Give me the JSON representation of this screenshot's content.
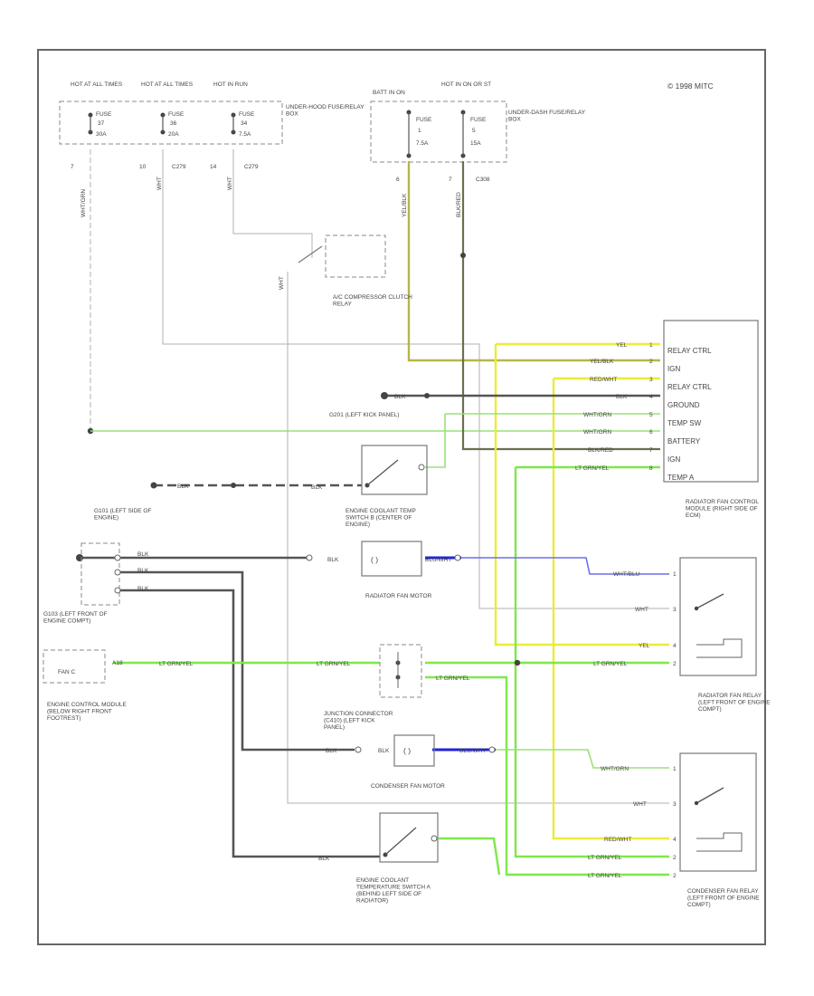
{
  "diagram": {
    "corner_text": "© 1998 MITC",
    "footer_id": "",
    "fuses": [
      {
        "hot": "HOT AT ALL TIMES",
        "name": "FUSE",
        "num": "37",
        "amp": "30A"
      },
      {
        "hot": "HOT AT ALL TIMES",
        "name": "FUSE",
        "num": "36",
        "amp": "20A"
      },
      {
        "hot": "HOT IN RUN",
        "name": "FUSE",
        "num": "34",
        "amp": "7.5A"
      },
      {
        "hot": "BATT IN ON",
        "name": "FUSE",
        "num": "1",
        "amp": "7.5A"
      },
      {
        "hot": "HOT IN ON OR ST",
        "name": "FUSE",
        "num": "5",
        "amp": "15A"
      }
    ],
    "fuse_box_left": "UNDER-HOOD FUSE/RELAY BOX",
    "fuse_box_right": "UNDER-DASH FUSE/RELAY BOX",
    "connectors": {
      "c279a": "C279",
      "c279b": "C279",
      "c308": "C308"
    },
    "pin_numbers": [
      "7",
      "10",
      "14",
      "6",
      "7"
    ],
    "wire_colors": {
      "wht_grn": "WHT/GRN",
      "wht": "WHT",
      "yel_blk": "YEL/BLK",
      "blk_red": "BLK/RED",
      "blk": "BLK",
      "yel": "YEL",
      "red_wht": "RED/WHT",
      "lt_grn_yel": "LT GRN/YEL",
      "wht_blu": "WHT/BLU",
      "blu_wht": "BLU/WHT"
    },
    "ac_relay": "A/C COMPRESSOR CLUTCH RELAY",
    "ground_g201": "G201 (LEFT KICK PANEL)",
    "ground_g101": "G101 (LEFT SIDE OF ENGINE)",
    "ground_g103": "G103 (LEFT FRONT OF ENGINE COMPT)",
    "ecm": "ENGINE CONTROL MODULE (BELOW RIGHT FRONT FOOTREST)",
    "ecm_pin": "FAN C",
    "ecm_pin_no": "A18",
    "ect_switch_b": "ENGINE COOLANT TEMP SWITCH B (CENTER OF ENGINE)",
    "rad_fan_motor": "RADIATOR FAN MOTOR",
    "junction": "JUNCTION CONNECTOR (C410) (LEFT KICK PANEL)",
    "cond_fan_motor": "CONDENSER FAN MOTOR",
    "ect_switch_a": "ENGINE COOLANT TEMPERATURE SWITCH A (BEHIND LEFT SIDE OF RADIATOR)",
    "control_module": {
      "name": "RADIATOR FAN CONTROL MODULE (RIGHT SIDE OF ECM)",
      "pins": [
        {
          "color": "YEL",
          "num": "1",
          "label": "RELAY CTRL"
        },
        {
          "color": "YEL/BLK",
          "num": "2",
          "label": "IGN"
        },
        {
          "color": "RED/WHT",
          "num": "3",
          "label": "RELAY CTRL"
        },
        {
          "color": "BLK",
          "num": "4",
          "label": "GROUND"
        },
        {
          "color": "WHT/GRN",
          "num": "5",
          "label": "TEMP SW"
        },
        {
          "color": "WHT/GRN",
          "num": "6",
          "label": "BATTERY"
        },
        {
          "color": "BLK/RED",
          "num": "7",
          "label": "IGN"
        },
        {
          "color": "LT GRN/YEL",
          "num": "8",
          "label": "TEMP A"
        }
      ]
    },
    "rad_relay": {
      "name": "RADIATOR FAN RELAY (LEFT FRONT OF ENGINE COMPT)",
      "pins": [
        {
          "color": "WHT/BLU",
          "num": "1"
        },
        {
          "color": "WHT",
          "num": "3"
        },
        {
          "color": "YEL",
          "num": "4"
        },
        {
          "color": "LT GRN/YEL",
          "num": "2"
        }
      ]
    },
    "cond_relay": {
      "name": "CONDENSER FAN RELAY (LEFT FRONT OF ENGINE COMPT)",
      "pins": [
        {
          "color": "WHT/GRN",
          "num": "1"
        },
        {
          "color": "WHT",
          "num": "3"
        },
        {
          "color": "RED/WHT",
          "num": "4"
        },
        {
          "color": "LT GRN/YEL",
          "num": "2"
        },
        {
          "color": "LT GRN/YEL",
          "num": "2"
        }
      ]
    }
  }
}
